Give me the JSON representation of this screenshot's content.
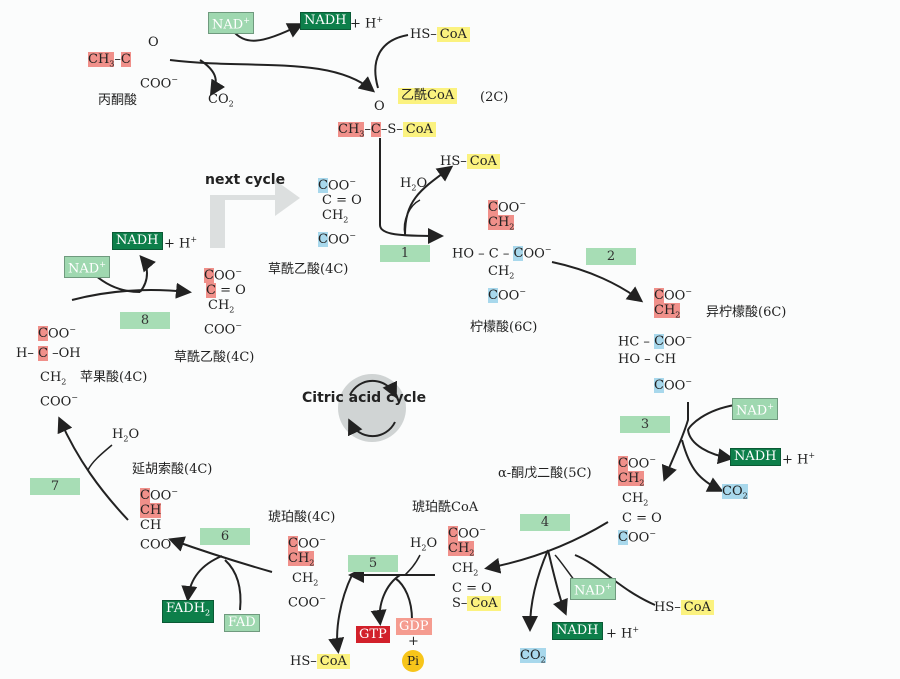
{
  "compounds": {
    "pyruvate": "丙酮酸",
    "acetyl_coa": "乙酰CoA",
    "acetyl_coa_carbons": "(2C)",
    "oxaloacetate_top": "草酰乙酸(4C)",
    "citrate": "柠檬酸(6C)",
    "isocitrate": "异柠檬酸(6C)",
    "alpha_kg": "α-酮戊二酸(5C)",
    "succinyl_coa": "琥珀酰CoA",
    "succinate": "琥珀酸(4C)",
    "fumarate": "延胡索酸(4C)",
    "malate": "苹果酸(4C)",
    "oxaloacetate_left": "草酰乙酸(4C)"
  },
  "cofactors": {
    "nad": "NAD",
    "nadh": "NADH",
    "h_plus": "+ H",
    "co2": "CO",
    "hs_coa_prefix": "HS–",
    "coa": "CoA",
    "h2o": "H",
    "fadh2": "FADH",
    "fad": "FAD",
    "gtp": "GTP",
    "gdp": "GDP",
    "pi": "Pi",
    "plus": "+"
  },
  "steps": [
    "1",
    "2",
    "3",
    "4",
    "5",
    "6",
    "7",
    "8"
  ],
  "labels": {
    "next_cycle": "next cycle",
    "citric_acid_cycle": "Citric acid cycle"
  },
  "colors": {
    "carbon_red": "#f0908a",
    "carbon_blue": "#a8d8ec",
    "nadh_green": "#0d7f4a",
    "nad_green": "#9fd8b0",
    "coa_yellow": "#fbf27f",
    "step_green": "#a7ddb5",
    "gtp_red": "#d2202a",
    "pi_yellow": "#f7c51a"
  }
}
